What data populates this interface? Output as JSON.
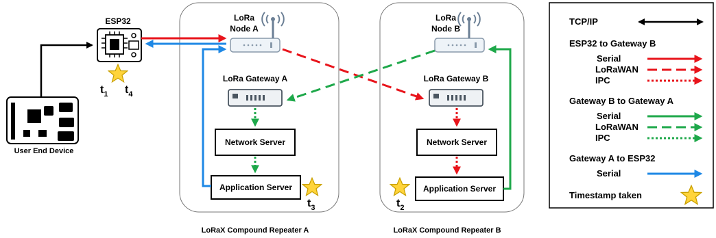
{
  "devices": {
    "esp32_label": "ESP32",
    "user_end_device_label": "User End Device",
    "node_a": [
      "LoRa",
      "Node A"
    ],
    "node_b": [
      "LoRa",
      "Node B"
    ],
    "gateway_a_label": "LoRa Gateway A",
    "gateway_b_label": "LoRa Gateway B",
    "network_server_label": "Network Server",
    "application_server_label": "Application Server"
  },
  "repeaters": {
    "a_label": "LoRaX Compound Repeater A",
    "b_label": "LoRaX Compound Repeater B"
  },
  "timestamps": {
    "t1": {
      "base": "t",
      "sub": "1"
    },
    "t2": {
      "base": "t",
      "sub": "2"
    },
    "t3": {
      "base": "t",
      "sub": "3"
    },
    "t4": {
      "base": "t",
      "sub": "4"
    }
  },
  "legend": {
    "tcp_ip": "TCP/IP",
    "esp32_to_gw_b": "ESP32 to Gateway B",
    "gw_b_to_gw_a": "Gateway B to Gateway A",
    "gw_a_to_esp32": "Gateway A to ESP32",
    "serial": "Serial",
    "lorawan": "LoRaWAN",
    "ipc": "IPC",
    "timestamp_taken": "Timestamp taken"
  },
  "colors": {
    "red": "#e8141b",
    "green": "#1ea84a",
    "blue": "#1e88e5",
    "black": "#000000",
    "star_fill": "#ffd43b",
    "star_stroke": "#c9a000"
  }
}
